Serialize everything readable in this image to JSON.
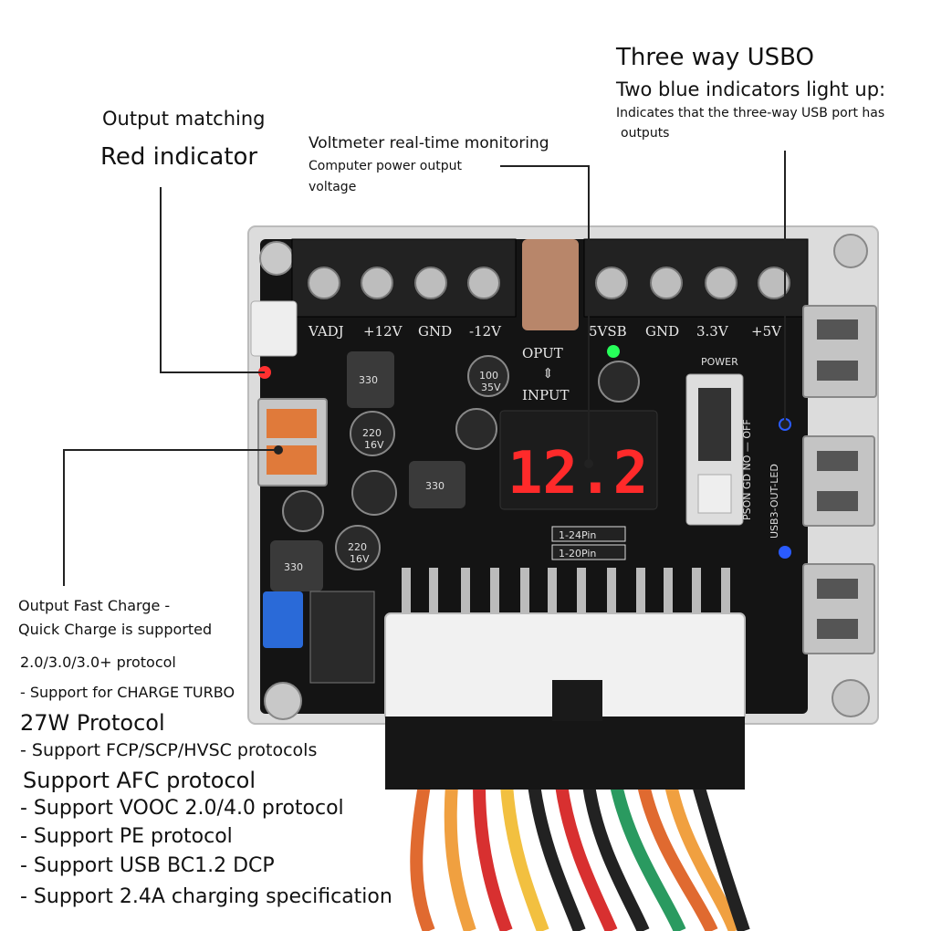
{
  "annotations": {
    "usb_title": "Three way USBO",
    "usb_sub": "Two blue indicators light up:",
    "usb_desc_1": "Indicates that the three-way USB port has",
    "usb_desc_2": "outputs",
    "output_matching": "Output matching",
    "red_indicator": "Red indicator",
    "voltmeter_title": "Voltmeter real-time monitoring",
    "voltmeter_desc_1": "Computer power output",
    "voltmeter_desc_2": "voltage"
  },
  "features": [
    "Output Fast Charge -",
    "Quick Charge is supported",
    "2.0/3.0/3.0+ protocol",
    "- Support for CHARGE TURBO",
    "27W Protocol",
    "- Support FCP/SCP/HVSC protocols",
    "Support AFC protocol",
    "- Support VOOC 2.0/4.0 protocol",
    "- Support PE protocol",
    "- Support USB BC1.2 DCP",
    "- Support 2.4A charging specification"
  ],
  "board": {
    "terminals_left": [
      "VADJ",
      "+12V",
      "GND",
      "-12V"
    ],
    "terminals_right": [
      "5VSB",
      "GND",
      "3.3V",
      "+5V"
    ],
    "oput_label": "OPUT",
    "input_label": "INPUT",
    "power_label": "POWER",
    "display_value": "12.2",
    "pin24_label": "1-24Pin",
    "pin20_label": "1-20Pin",
    "inductor_label": "330",
    "cap_220": "220",
    "cap_16v": "16V",
    "cap_100": "100",
    "cap_35v": "35V",
    "usb_led_label": "USB3-OUT-LED",
    "pson_label": "PSON GD NO — OFF"
  },
  "colors": {
    "pcb": "#141414",
    "acrylic": "#dcdcdc",
    "display_red": "#ff2a2a",
    "led_blue": "#2a5bff",
    "led_green": "#27ff5a",
    "led_red": "#ff3030",
    "usb_orange": "#e07a3a"
  }
}
